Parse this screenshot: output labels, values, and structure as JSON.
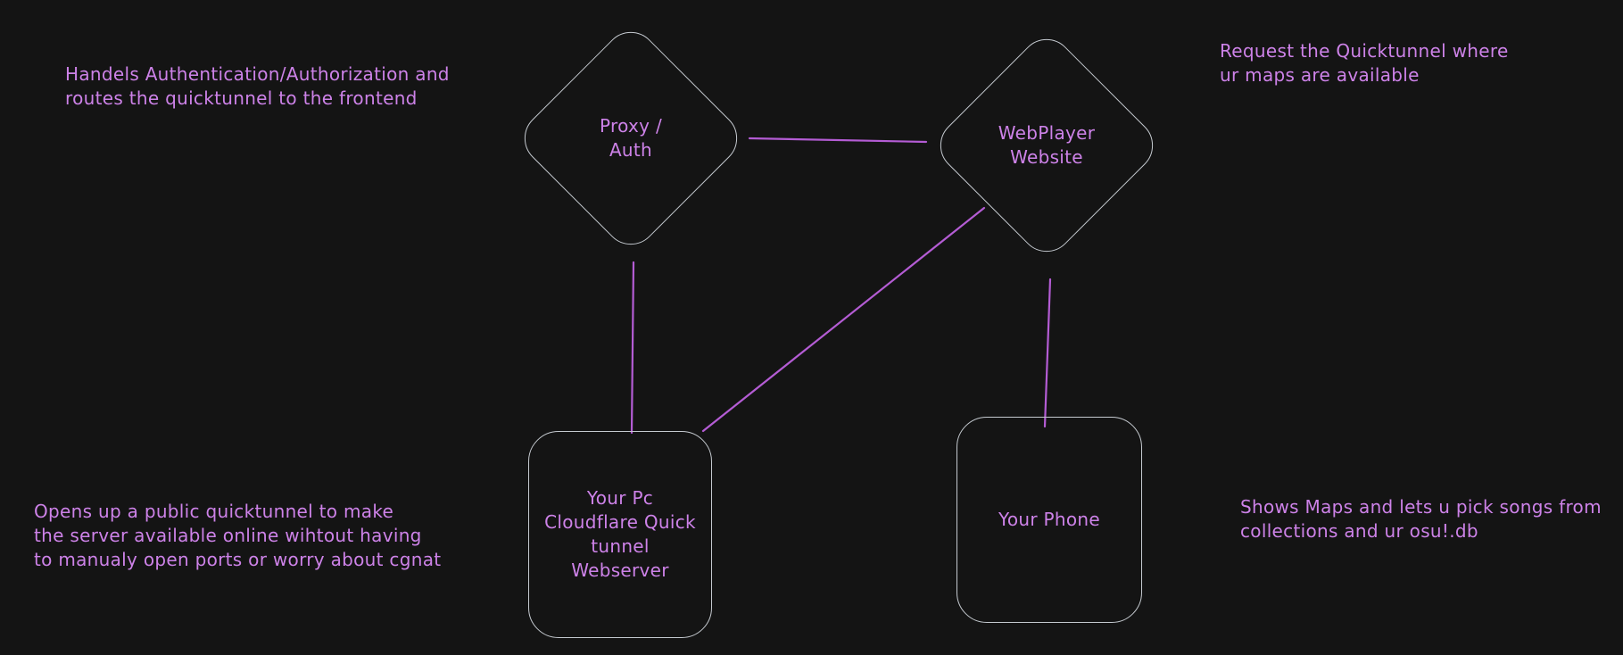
{
  "colors": {
    "background": "#141414",
    "shape_stroke": "#c5cad0",
    "text": "#cd82e8",
    "connector": "#b45cd4"
  },
  "nodes": {
    "proxy_auth": {
      "label": "Proxy /\nAuth"
    },
    "webplayer": {
      "label": "WebPlayer\nWebsite"
    },
    "pc_webserver": {
      "label": "Your Pc\nCloudflare Quick\ntunnel\nWebserver"
    },
    "phone": {
      "label": "Your Phone"
    }
  },
  "annotations": {
    "top_left": {
      "text": "Handels Authentication/Authorization and\nroutes the quicktunnel to the frontend"
    },
    "top_right": {
      "text": "Request the Quicktunnel where\nur maps are available"
    },
    "bottom_left": {
      "text": "Opens up a public quicktunnel to make\nthe server available online wihtout having\nto manualy open ports or worry about cgnat"
    },
    "bottom_right": {
      "text": "Shows Maps and lets u pick songs from\ncollections and ur osu!.db"
    }
  }
}
